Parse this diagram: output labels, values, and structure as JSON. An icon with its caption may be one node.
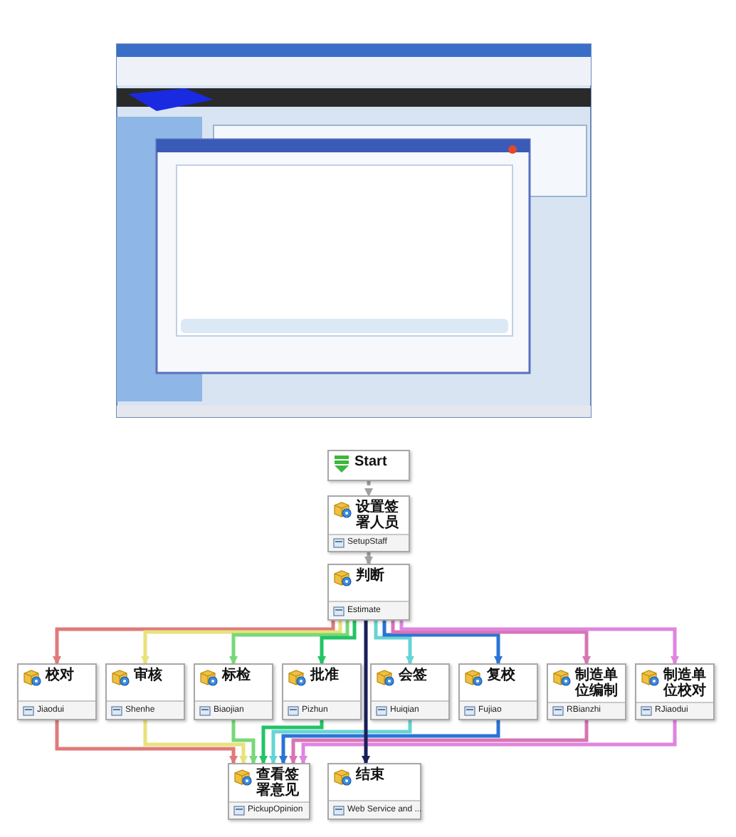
{
  "diagram": {
    "nodes": [
      {
        "text": [
          "Start"
        ]
      },
      {
        "text": [
          "设置签署人员",
          "SetupStaff"
        ]
      },
      {
        "text": [
          "判断",
          "Estimate"
        ]
      },
      {
        "text": [
          "校对",
          "Jiaodui"
        ]
      },
      {
        "text": [
          "审核",
          "Shenhe"
        ]
      },
      {
        "text": [
          "标检",
          "Biaojian"
        ]
      },
      {
        "text": [
          "批准",
          "Pizhun"
        ]
      },
      {
        "text": [
          "会签",
          "Huiqian"
        ]
      },
      {
        "text": [
          "复校",
          "Fujiao"
        ]
      },
      {
        "text": [
          "制造单位编制",
          "RBianzhi"
        ]
      },
      {
        "text": [
          "制造单位校对",
          "RJiaodui"
        ]
      },
      {
        "text": [
          "查看签署意见",
          "PickupOpinion"
        ]
      },
      {
        "text": [
          "结束",
          "Web Service and ..."
        ]
      }
    ],
    "edges": [
      {
        "from": 0,
        "to": 1,
        "arrow": "to",
        "style": "dashed",
        "color": "#a0a0a0"
      },
      {
        "from": 1,
        "to": 2,
        "arrow": "to",
        "style": "dashed",
        "color": "#a0a0a0"
      },
      {
        "from": 2,
        "to": 3,
        "arrow": "to",
        "color": "#e07a7a"
      },
      {
        "from": 2,
        "to": 4,
        "arrow": "to",
        "color": "#e8e27a"
      },
      {
        "from": 2,
        "to": 5,
        "arrow": "to",
        "color": "#78d878"
      },
      {
        "from": 2,
        "to": 6,
        "arrow": "to",
        "color": "#22c466"
      },
      {
        "from": 2,
        "to": 7,
        "arrow": "to",
        "color": "#66d4d4"
      },
      {
        "from": 2,
        "to": 8,
        "arrow": "to",
        "color": "#2a74d6"
      },
      {
        "from": 2,
        "to": 9,
        "arrow": "to",
        "color": "#d874b4"
      },
      {
        "from": 2,
        "to": 10,
        "arrow": "to",
        "color": "#e084e0"
      },
      {
        "from": 3,
        "to": 11,
        "arrow": "to",
        "color": "#e07a7a"
      },
      {
        "from": 4,
        "to": 11,
        "arrow": "to",
        "color": "#e8e27a"
      },
      {
        "from": 5,
        "to": 11,
        "arrow": "to",
        "color": "#78d878"
      },
      {
        "from": 6,
        "to": 11,
        "arrow": "to",
        "color": "#22c466"
      },
      {
        "from": 7,
        "to": 11,
        "arrow": "to",
        "color": "#66d4d4"
      },
      {
        "from": 8,
        "to": 11,
        "arrow": "to",
        "color": "#2a74d6"
      },
      {
        "from": 9,
        "to": 11,
        "arrow": "to",
        "color": "#d874b4"
      },
      {
        "from": 10,
        "to": 11,
        "arrow": "to",
        "color": "#e084e0"
      },
      {
        "from": 2,
        "to": 12,
        "arrow": "to",
        "color": "#1a1f5a"
      }
    ]
  }
}
